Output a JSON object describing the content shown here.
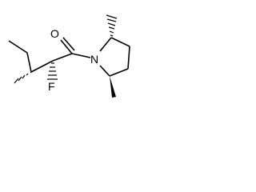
{
  "molecule": {
    "atoms": {
      "oxygen": "O",
      "nitrogen": "N",
      "fluorine": "F"
    },
    "colors": {
      "bond": "#000000",
      "background": "#ffffff"
    }
  }
}
